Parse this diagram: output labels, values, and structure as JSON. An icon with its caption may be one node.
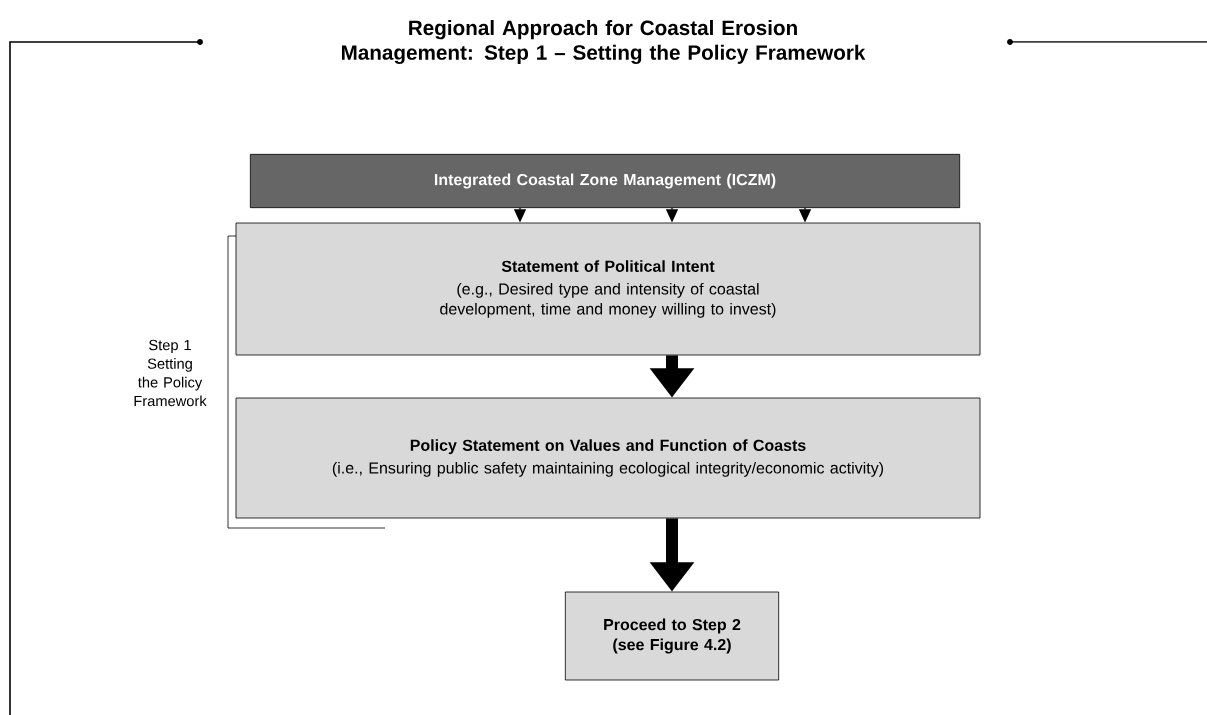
{
  "diagram": {
    "title": "Regional Approach for Coastal Erosion Management: Step 1 – Setting the Policy Framework",
    "nodes": [
      {
        "text": [
          "Integrated Coastal Zone Management (ICZM)"
        ]
      },
      {
        "text": [
          "Statement of Political Intent",
          "(e.g., Desired type and intensity of coastal development, time and money willing to invest)"
        ]
      },
      {
        "text": [
          "Policy Statement on Values and Function of Coasts",
          "(i.e., Ensuring public safety maintaining ecological integrity/economic activity)"
        ]
      },
      {
        "text": [
          "Proceed to Step 2 (see Figure 4.2)"
        ]
      }
    ],
    "edges": [
      {
        "from": 0,
        "to": 1,
        "arrow": "to"
      },
      {
        "from": 0,
        "to": 1,
        "arrow": "to"
      },
      {
        "from": 0,
        "to": 1,
        "arrow": "to"
      },
      {
        "from": 1,
        "to": 2,
        "arrow": "to",
        "style": "thick"
      },
      {
        "from": 2,
        "to": 3,
        "arrow": "to",
        "style": "thick"
      }
    ],
    "labels": [
      "Step 1 Setting the Policy Framework"
    ]
  }
}
